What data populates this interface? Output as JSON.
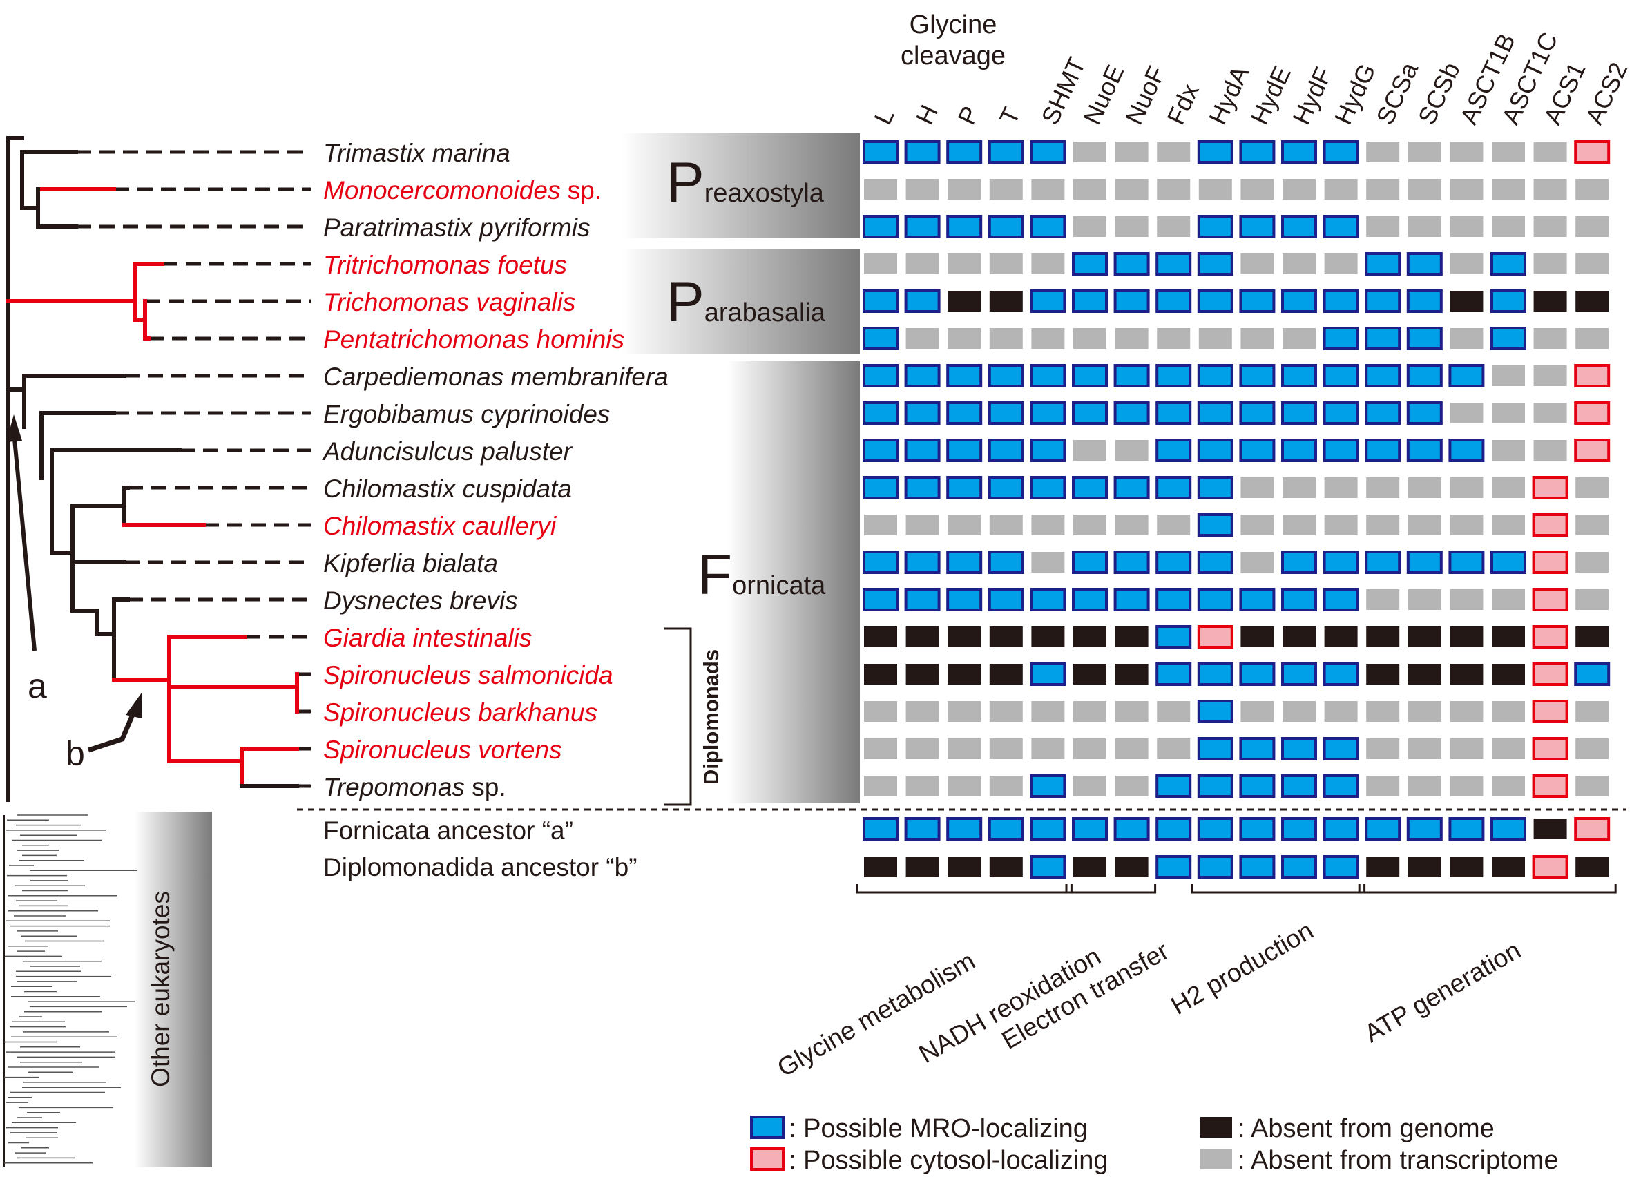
{
  "header": {
    "glycine_line1": "Glycine",
    "glycine_line2": "cleavage"
  },
  "genes": [
    "L",
    "H",
    "P",
    "T",
    "SHMT",
    "NuoE",
    "NuoF",
    "Fdx",
    "HydA",
    "HydE",
    "HydF",
    "HydG",
    "SCSa",
    "SCSb",
    "ASCT1B",
    "ASCT1C",
    "ACS1",
    "ACS2"
  ],
  "taxa": [
    {
      "name": "Trimastix marina",
      "suffix": "",
      "red": false
    },
    {
      "name": "Monocercomonoides",
      "suffix": " sp.",
      "red": true
    },
    {
      "name": "Paratrimastix pyriformis",
      "suffix": "",
      "red": false
    },
    {
      "name": "Tritrichomonas foetus",
      "suffix": "",
      "red": true
    },
    {
      "name": "Trichomonas vaginalis",
      "suffix": "",
      "red": true
    },
    {
      "name": "Pentatrichomonas hominis",
      "suffix": "",
      "red": true
    },
    {
      "name": "Carpediemonas membranifera",
      "suffix": "",
      "red": false
    },
    {
      "name": "Ergobibamus cyprinoides",
      "suffix": "",
      "red": false
    },
    {
      "name": "Aduncisulcus paluster",
      "suffix": "",
      "red": false
    },
    {
      "name": "Chilomastix cuspidata",
      "suffix": "",
      "red": false
    },
    {
      "name": "Chilomastix caulleryi",
      "suffix": "",
      "red": true
    },
    {
      "name": "Kipferlia bialata",
      "suffix": "",
      "red": false
    },
    {
      "name": "Dysnectes brevis",
      "suffix": "",
      "red": false
    },
    {
      "name": "Giardia intestinalis",
      "suffix": "",
      "red": true
    },
    {
      "name": "Spironucleus salmonicida",
      "suffix": "",
      "red": true
    },
    {
      "name": "Spironucleus barkhanus",
      "suffix": "",
      "red": true
    },
    {
      "name": "Spironucleus vortens",
      "suffix": "",
      "red": true
    },
    {
      "name": "Trepomonas",
      "suffix": " sp.",
      "red": false
    }
  ],
  "ancestors": [
    "Fornicata ancestor “a”",
    "Diplomonadida ancestor “b”"
  ],
  "grid": [
    "BBBBBGGGBBBBGGGGGP",
    "GGGGGGGGGGGGGGGGGG",
    "BBBBBGGGBBBBGGGGGG",
    "GGGGGBBBBGGGBBGBGG",
    "BBKKBBBBBBBBBBKBKK",
    "BGGGGGGGGGGBBBGBGG",
    "BBBBBBBBBBBBBBBGGP",
    "BBBBBBBBBBBBBBGGGP",
    "BBBBBGGBBBBBBBBGGP",
    "BBBBBBBBBGGGGGGGPG",
    "GGGGGGGGBGGGGGGGPG",
    "BBBBGBBBBGBBBBBBPG",
    "BBBBBBBBBBBBGGGGPG",
    "KKKKKKKBPKKKKKKKPK",
    "KKKKBKKBBBBBKKKKPB",
    "GGGGGGGGBGGGGGGGPG",
    "GGGGGGGGBBBBGGGGPG",
    "GGGGBGGBBBBBGGGGPG",
    "BBBBBBBBBBBBBBBBKP",
    "KKKKBKKBBBBBKKKKPK"
  ],
  "clades": [
    {
      "big": "P",
      "rest": "reaxostyla"
    },
    {
      "big": "P",
      "rest": "arabasalia"
    },
    {
      "big": "F",
      "rest": "ornicata"
    }
  ],
  "diplomonads": "Diplomonads",
  "other_eukaryotes": "Other eukaryotes",
  "node_labels": {
    "a": "a",
    "b": "b"
  },
  "categories": [
    "Glycine metabolism",
    "NADH reoxidation",
    "Electron transfer",
    "H2 production",
    "ATP generation"
  ],
  "legend": [
    {
      "code": "B",
      "text": ": Possible MRO-localizing"
    },
    {
      "code": "P",
      "text": ": Possible cytosol-localizing"
    },
    {
      "code": "K",
      "text": ": Absent from genome"
    },
    {
      "code": "G",
      "text": ": Absent from transcriptome"
    }
  ],
  "colors": {
    "B_fill": "#00a0e9",
    "B_stroke": "#1d2088",
    "P_fill": "#f4b0b6",
    "P_stroke": "#e60012",
    "K_fill": "#231815",
    "G_fill": "#b5b5b5",
    "red": "#e60012",
    "black": "#231815"
  }
}
